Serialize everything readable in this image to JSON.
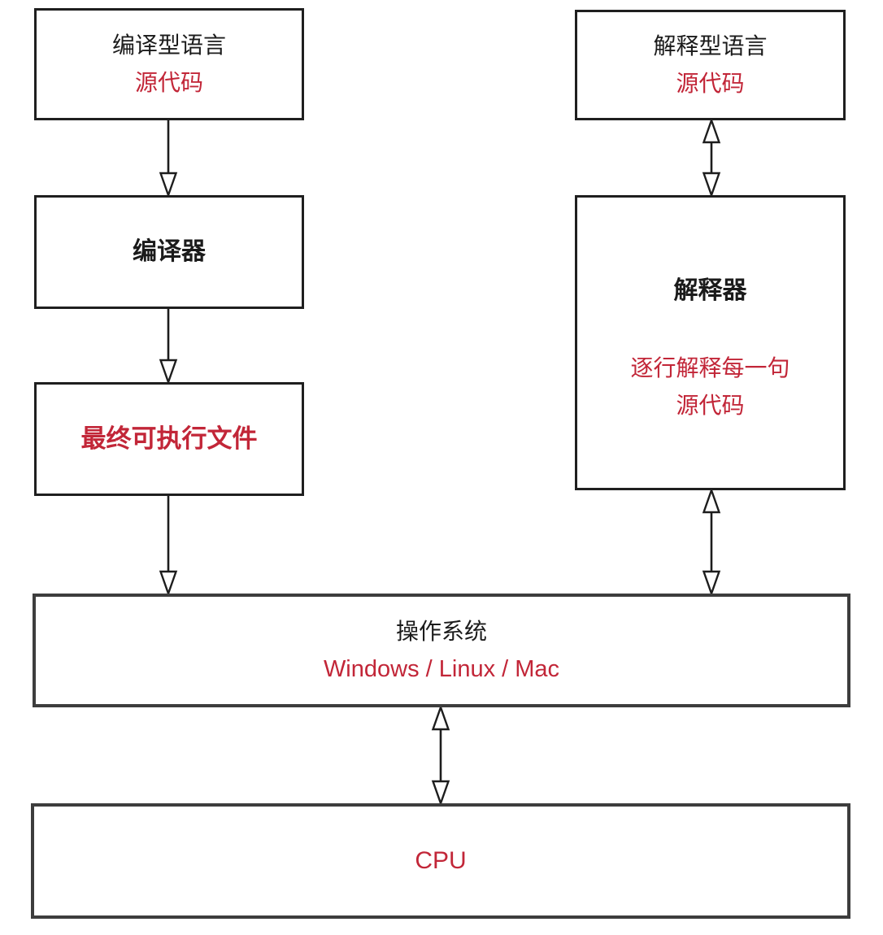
{
  "colors": {
    "red": "#C22638",
    "black": "#1B1B1B",
    "border": "#1F1F1F",
    "border_wide": "#3D3D3D"
  },
  "left_flow": {
    "source_box": {
      "title": "编译型语言",
      "subtitle": "源代码"
    },
    "compiler_box": {
      "title": "编译器"
    },
    "executable_box": {
      "title": "最终可执行文件"
    }
  },
  "right_flow": {
    "source_box": {
      "title": "解释型语言",
      "subtitle": "源代码"
    },
    "interpreter_box": {
      "title": "解释器",
      "desc_line1": "逐行解释每一句",
      "desc_line2": "源代码"
    }
  },
  "os_box": {
    "title": "操作系统",
    "subtitle": "Windows / Linux / Mac"
  },
  "cpu_box": {
    "title": "CPU"
  }
}
